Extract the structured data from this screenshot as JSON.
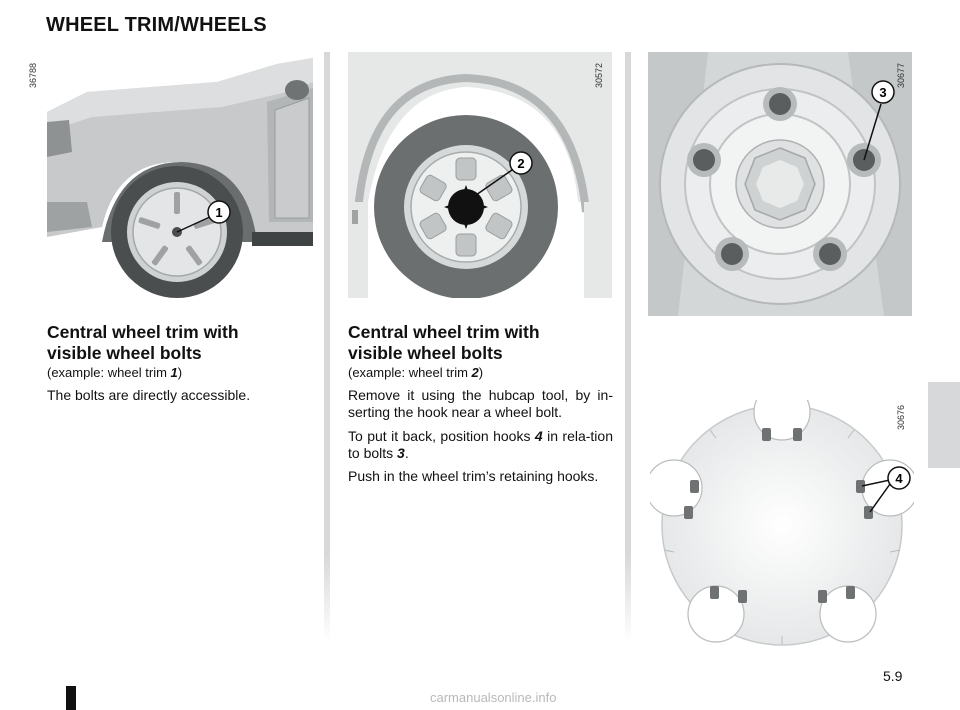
{
  "page": {
    "title": "WHEEL TRIM/WHEELS",
    "page_number": "5.9",
    "watermark": "carmanualsonline.info"
  },
  "figures": {
    "fig1": {
      "code": "36788",
      "callout": "1"
    },
    "fig2": {
      "code": "30572",
      "callout": "2"
    },
    "fig3": {
      "code": "30677",
      "callout": "3"
    },
    "fig4": {
      "code": "30676",
      "callout": "4"
    }
  },
  "left_column": {
    "heading_line1": "Central wheel trim with",
    "heading_line2": "visible wheel bolts",
    "example_prefix": "(example: wheel trim ",
    "example_ref": "1",
    "example_suffix": ")",
    "body": "The bolts are directly accessible."
  },
  "middle_column": {
    "heading_line1": "Central wheel trim with",
    "heading_line2": "visible wheel bolts",
    "example_prefix": "(example: wheel trim ",
    "example_ref": "2",
    "example_suffix": ")",
    "p1": "Remove it using the hubcap tool, by in-serting the hook near a wheel bolt.",
    "p2_prefix": "To put it back, position hooks ",
    "p2_ref1": "4",
    "p2_mid": " in rela-tion to bolts ",
    "p2_ref2": "3",
    "p2_suffix": ".",
    "p3": "Push in the wheel trim’s retaining hooks."
  }
}
